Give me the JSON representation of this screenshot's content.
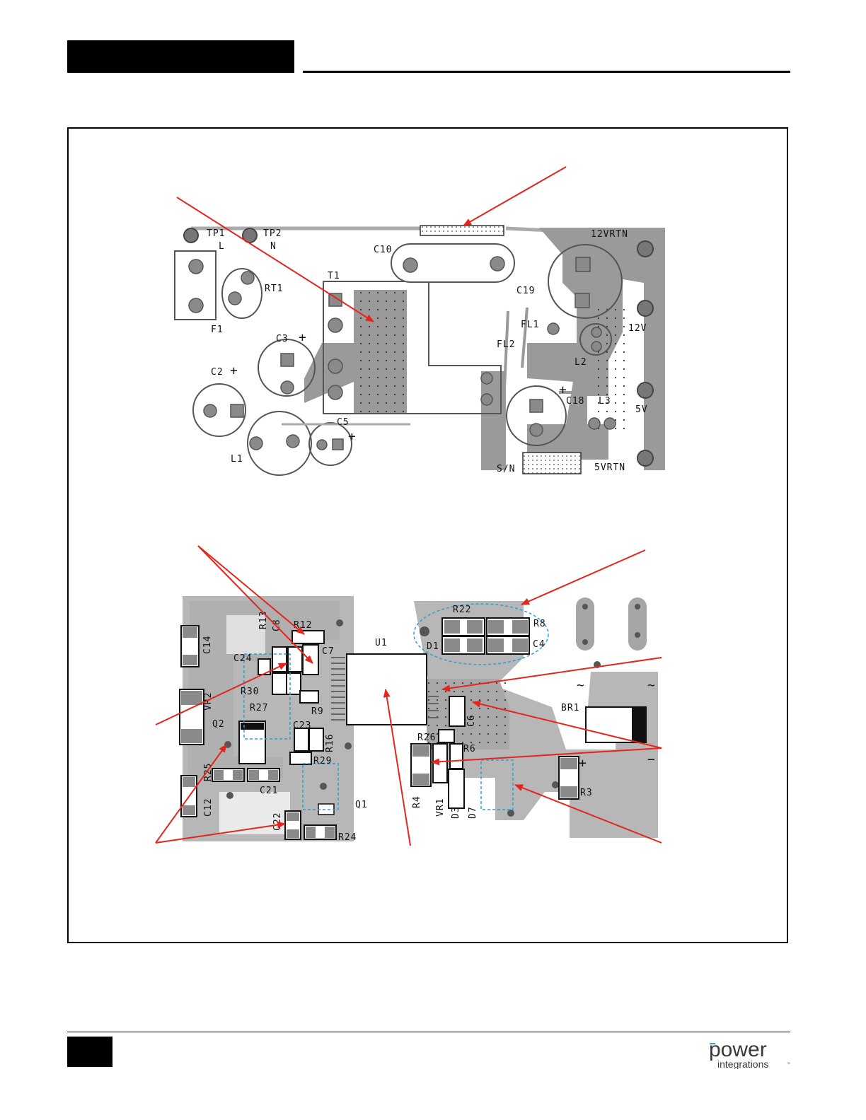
{
  "brand": {
    "word_power": "power",
    "word_integrations": "integrations",
    "trademark": "™",
    "accent": "#2aa6de"
  },
  "colors": {
    "arrow": "#e3251d",
    "copper": "#9a9a9a",
    "trace": "#b0b0b0",
    "outline": "#555555",
    "highlight": "#2a9fd6"
  },
  "top_view": {
    "labels": [
      "TP1",
      "L",
      "TP2",
      "N",
      "C10",
      "12VRTN",
      "T1",
      "RT1",
      "C19",
      "F1",
      "C3",
      "+",
      "FL1",
      "12V",
      "FL2",
      "L2",
      "C2",
      "+",
      "C18",
      "+",
      "L3",
      "5V",
      "C5",
      "+",
      "L1",
      "S/N",
      "5VRTN"
    ]
  },
  "bottom_view": {
    "labels": [
      "R13",
      "C8",
      "R12",
      "C14",
      "C7",
      "U1",
      "R22",
      "R8",
      "D1",
      "C4",
      "C24",
      "R30",
      "VR2",
      "R27",
      "R9",
      "Q2",
      "C23",
      "C6",
      "BR1",
      "R16",
      "R26",
      "R6",
      "R29",
      "R25",
      "C21",
      "R4",
      "VR1",
      "D3",
      "D7",
      "R3",
      "C12",
      "Q1",
      "C22",
      "R24",
      "~",
      "~",
      "+",
      "−"
    ]
  }
}
